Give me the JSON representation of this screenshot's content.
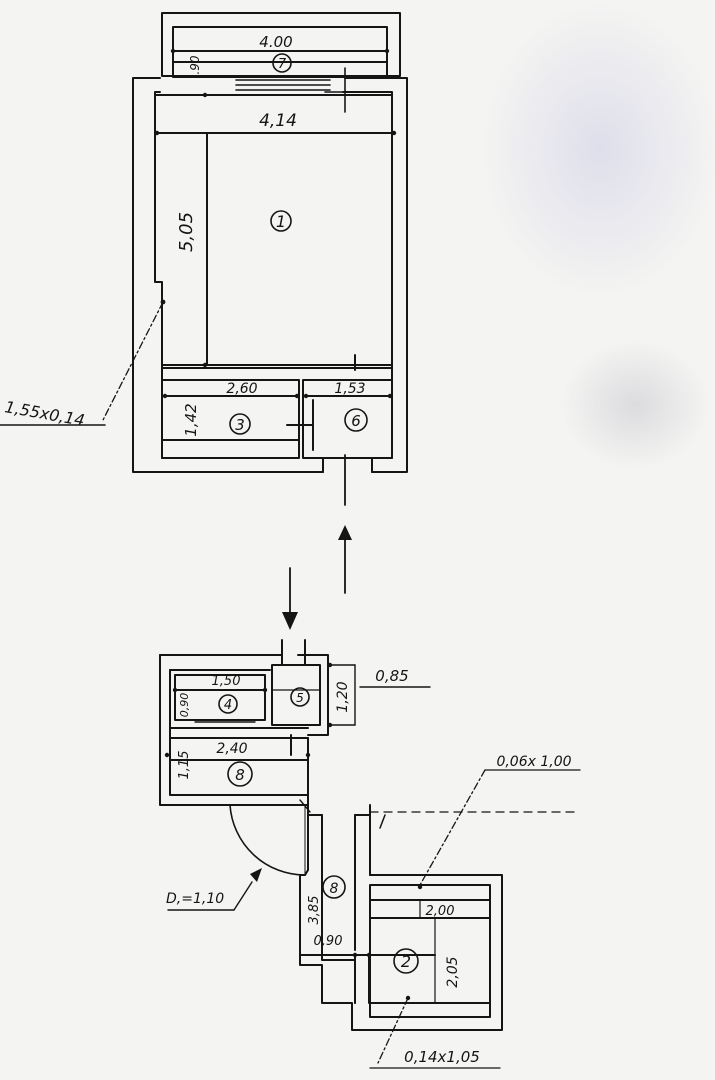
{
  "rooms": {
    "r1": {
      "number": "1",
      "dim_width": "4,14",
      "dim_height": "5,05"
    },
    "r2": {
      "number": "2",
      "dim_width": "2,00",
      "dim_height": "2,05"
    },
    "r3": {
      "number": "3",
      "dim_width": "2,60",
      "dim_height": "1,42"
    },
    "r4": {
      "number": "4",
      "dim_width": "1,50",
      "dim_height": "0,90"
    },
    "r5": {
      "number": "5",
      "dim_width": "0,85",
      "dim_height": "1,20"
    },
    "r6": {
      "number": "6",
      "dim_width": "1,53"
    },
    "r7": {
      "number": "7",
      "dim_width": "4.00",
      "dim_height": ".90"
    },
    "r8": {
      "number": "8",
      "dim_width": "2,40",
      "dim_height": "1,15"
    },
    "r8b": {
      "number": "8",
      "dim_length": "3,85",
      "dim_width": "0,90"
    }
  },
  "annotations": {
    "niche": "1,55x0,14",
    "niche_top": "0,06x 1,00",
    "niche_bottom": "0,14x1,05",
    "door": "D,=1,10"
  },
  "colors": {
    "ink": "#151515",
    "paper": "#f4f4f2",
    "stain": "#cfcfe6"
  }
}
